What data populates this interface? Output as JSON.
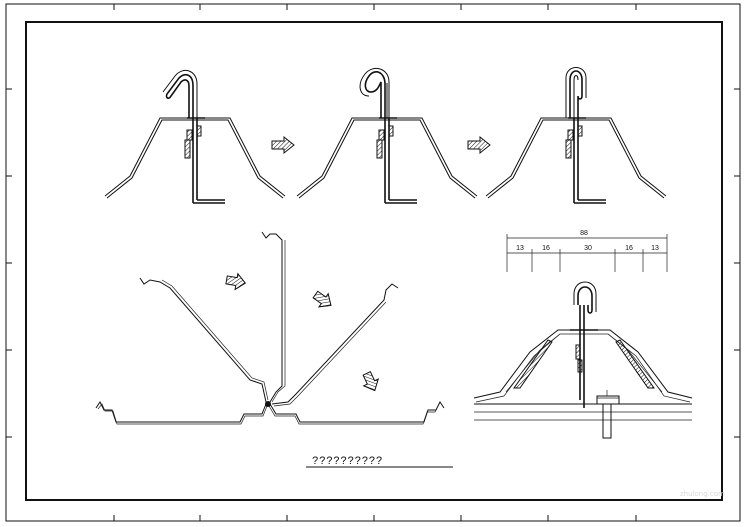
{
  "drawing": {
    "caption": "??????????",
    "watermark": "zhulong.com"
  },
  "dimensions": {
    "total": "88",
    "segments": [
      "13",
      "16",
      "30",
      "16",
      "13"
    ]
  },
  "colors": {
    "line": "#111111",
    "background": "#ffffff"
  }
}
